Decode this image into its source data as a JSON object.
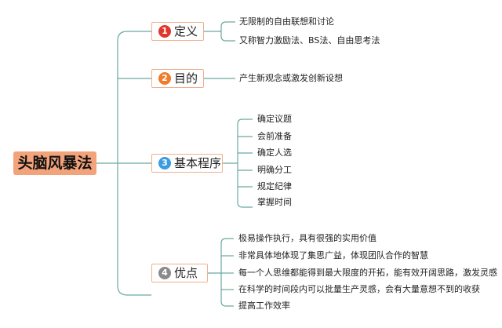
{
  "title": "头脑风暴法",
  "colors": {
    "line": "#6aa8a0",
    "root_bg": "#f2a37b",
    "border": "#f0b08f",
    "num1": "#e0362c",
    "num2": "#f07b2a",
    "num3": "#3d9be0",
    "num4": "#8a8a8a"
  },
  "branches": [
    {
      "num": "1",
      "label": "定义",
      "items": [
        "无限制的自由联想和讨论",
        "又称智力激励法、BS法、自由思考法"
      ]
    },
    {
      "num": "2",
      "label": "目的",
      "items": [
        "产生新观念或激发创新设想"
      ]
    },
    {
      "num": "3",
      "label": "基本程序",
      "items": [
        "确定议题",
        "会前准备",
        "确定人选",
        "明确分工",
        "规定纪律",
        "掌握时间"
      ]
    },
    {
      "num": "4",
      "label": "优点",
      "items": [
        "极易操作执行，具有很强的实用价值",
        "非常具体地体现了集思广益，体现团队合作的智慧",
        "每一个人思维都能得到最大限度的开拓，能有效开阔思路，激发灵感",
        "在科学的时间段内可以批量生产灵感，会有大量意想不到的收获",
        "提高工作效率"
      ]
    }
  ]
}
